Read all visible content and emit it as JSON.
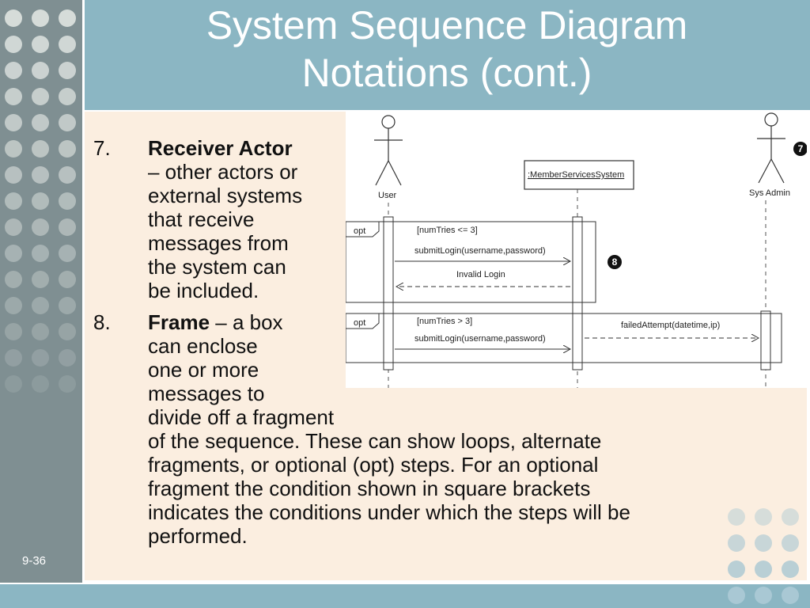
{
  "slide": {
    "title_line1": "System Sequence Diagram",
    "title_line2": "Notations (cont.)",
    "slide_number": "9-36"
  },
  "items": [
    {
      "number": "7.",
      "heading": "Receiver Actor",
      "lines": [
        "– other actors or",
        "external systems",
        "that receive",
        "messages from",
        "the system can",
        "be included."
      ]
    },
    {
      "number": "8.",
      "heading": "Frame",
      "heading_suffix": " – a box",
      "lines": [
        "can enclose",
        "one or more",
        "messages to",
        "divide off a fragment",
        "of the sequence. These can show loops, alternate",
        "fragments, or optional (opt) steps. For an optional",
        "fragment the condition shown in square brackets",
        "indicates the conditions under which the steps will be",
        "performed."
      ]
    }
  ],
  "diagram": {
    "actor_user": "User",
    "system_box": ":MemberServicesSystem",
    "actor_admin": "Sys Admin",
    "frame1_tag": "opt",
    "frame1_guard": "[numTries <= 3]",
    "frame1_msg1": "submitLogin(username,password)",
    "frame1_msg2": "Invalid Login",
    "frame2_tag": "opt",
    "frame2_guard": "[numTries > 3]",
    "frame2_msg1": "submitLogin(username,password)",
    "frame2_msg2": "failedAttempt(datetime,ip)",
    "badge_7": "7",
    "badge_8": "8"
  },
  "colors": {
    "title_bar": "#8bb6c3",
    "left_bar": "#7f8f92",
    "content_bg": "#fbeee0",
    "dot_light": "#d6dcd9",
    "dot_blue": "#a9c8d3"
  }
}
